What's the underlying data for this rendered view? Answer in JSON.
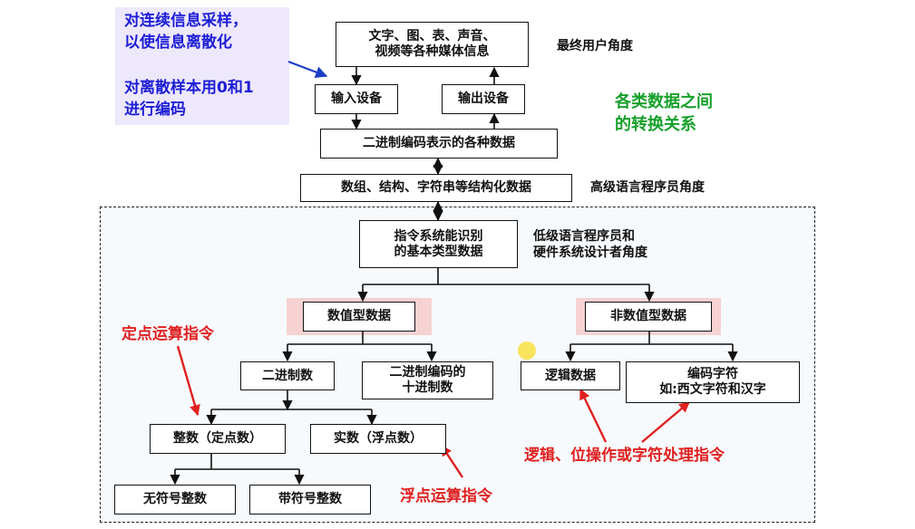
{
  "note": {
    "line1": "对连续信息采样，",
    "line2": "以使信息离散化",
    "line3": "对离散样本用0和1",
    "line4": "进行编码"
  },
  "boxes": {
    "media": "文字、图、表、声音、\n视频等各种媒体信息",
    "input": "输入设备",
    "output": "输出设备",
    "binary_data": "二进制编码表示的各种数据",
    "structured": "数组、结构、字符串等结构化数据",
    "basic_types": "指令系统能识别\n的基本类型数据",
    "numeric": "数值型数据",
    "non_numeric": "非数值型数据",
    "binary_num": "二进制数",
    "bcd": "二进制编码的\n十进制数",
    "logic": "逻辑数据",
    "char_code": "编码字符\n如:西文字符和汉字",
    "integer": "整数（定点数）",
    "real": "实数（浮点数）",
    "unsigned": "无符号整数",
    "signed": "带符号整数"
  },
  "labels": {
    "end_user": "最终用户角度",
    "high_level": "高级语言程序员角度",
    "low_level": "低级语言程序员和\n硬件系统设计者角度",
    "conversion": "各类数据之间\n的转换关系"
  },
  "annotations": {
    "fixed_point": "定点运算指令",
    "floating_point": "浮点运算指令",
    "logic_ops": "逻辑、位操作或字符处理指令"
  },
  "colors": {
    "red": "#e02020",
    "green": "#16a02a",
    "blue": "#1d1dd6",
    "pink_highlight": "#f6d2d2",
    "note_bg": "#ede8fb"
  }
}
